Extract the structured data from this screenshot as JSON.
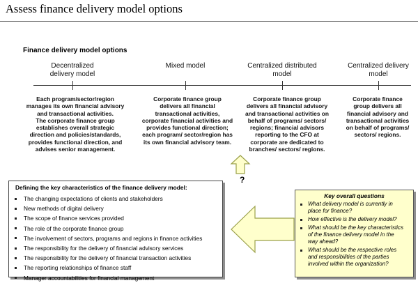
{
  "page": {
    "title": "Assess finance delivery model options"
  },
  "section_title": "Finance delivery model options",
  "models": [
    {
      "label": [
        "Decentralized",
        "delivery model"
      ],
      "description": [
        "Each program/sector/region",
        "manages its own financial advisory",
        "and transactional  activities.",
        "The corporate finance group",
        "establishes overall strategic",
        "direction and policies/standards,",
        "provides functional direction, and",
        "advises senior management."
      ]
    },
    {
      "label": [
        "Mixed model"
      ],
      "description": [
        "Corporate finance group",
        "delivers all financial",
        "transactional activities,",
        "corporate financial activities and",
        "provides functional direction;",
        "each program/ sector/region has",
        "its own financial advisory team."
      ]
    },
    {
      "label": [
        "Centralized distributed",
        "model"
      ],
      "description": [
        "Corporate finance group",
        "delivers all financial advisory",
        "and transactional  activities on",
        "behalf of programs/ sectors/",
        "regions;  financial advisors",
        "reporting to the CFO at",
        "corporate are dedicated to",
        "branches/ sectors/  regions."
      ]
    },
    {
      "label": [
        "Centralized delivery",
        "model"
      ],
      "description": [
        "Corporate  finance",
        "group delivers all",
        "financial advisory and",
        "transactional activities",
        "on behalf of programs/",
        "sectors/ regions."
      ]
    }
  ],
  "question_mark": "?",
  "characteristics": {
    "title": "Defining the key characteristics  of the finance delivery model:",
    "items": [
      "The changing expectations of clients and stakeholders",
      "New methods of digital delivery",
      "The scope of finance services provided",
      "The role of the corporate finance group",
      "The involvement of sectors, programs and regions in finance activities",
      "The responsibility for the delivery of financial advisory services",
      "The responsibility for the delivery of financial transaction activities",
      "The reporting relationships of finance staff",
      "Manager accountabilities for financial management"
    ]
  },
  "key_questions": {
    "title": "Key overall questions",
    "items": [
      [
        "What delivery model is currently in",
        "place for finance?"
      ],
      [
        "How effective is the delivery model?"
      ],
      [
        "What should be the key characteristics",
        "of the finance delivery model in the",
        "way ahead?"
      ],
      [
        "What should be the respective roles",
        "and responsibilities of the parties",
        "involved within the organization?"
      ]
    ]
  },
  "colors": {
    "arrow_fill": "#ffffcc",
    "arrow_stroke": "#9aa04a",
    "questions_bg": "#ffffcc"
  }
}
